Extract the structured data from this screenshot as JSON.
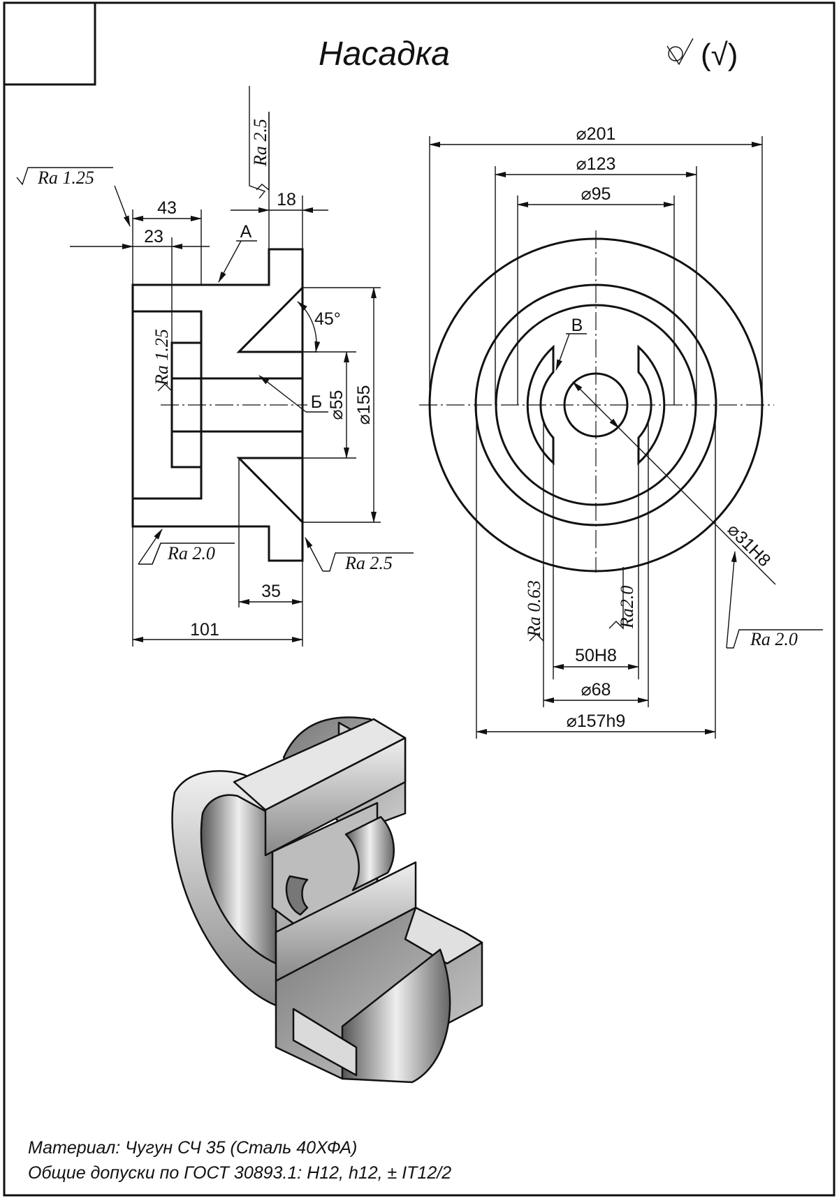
{
  "title": "Насадка",
  "roughness_symbol_general": "(√)",
  "section_labels": {
    "a": "А",
    "b": "Б",
    "v": "В"
  },
  "roughness": {
    "r125_top": "Ra 1.25",
    "r25_top": "Ra 2.5",
    "r125_bore": "Ra 1.25",
    "r20_left": "Ra 2.0",
    "r25_right": "Ra 2.5",
    "r063": "Ra 0.63",
    "r20_slot": "Ra2.0",
    "r20_bore": "Ra 2.0"
  },
  "dimensions": {
    "d43": "43",
    "d23": "23",
    "d18": "18",
    "angle45": "45°",
    "d55": "⌀55",
    "d155": "⌀155",
    "d35": "35",
    "d101": "101",
    "d201": "⌀201",
    "d123": "⌀123",
    "d95": "⌀95",
    "d31h8": "⌀31H8",
    "d50h8": "50H8",
    "d68": "⌀68",
    "d157h9": "⌀157h9"
  },
  "notes": {
    "material_label": "Материал",
    "material_value": ": Чугун СЧ 35 (Сталь 40ХФА)",
    "tolerances": "Общие допуски по ГОСТ 30893.1: H12, h12,  ± IT12/2"
  }
}
